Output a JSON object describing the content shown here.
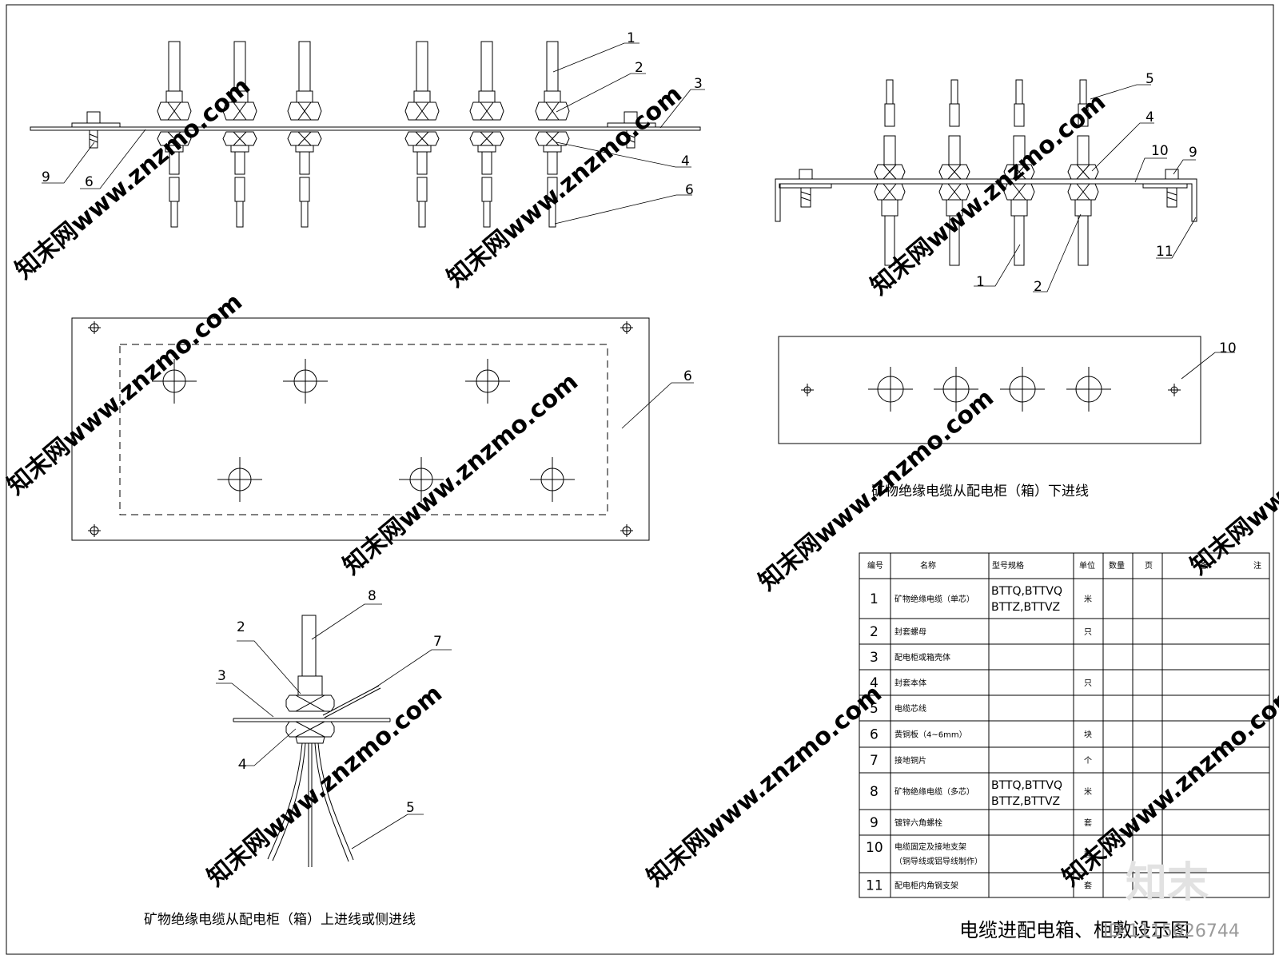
{
  "drawing_title": "电缆进配电箱、柜敷设示图",
  "id_mark": "ID:1115026744",
  "logo_text": "知末",
  "watermark": "知末网www.znzmo.com",
  "captions": {
    "bottom_entry": "矿物绝缘电缆从配电柜（箱）下进线",
    "top_entry": "矿物绝缘电缆从配电柜（箱）上进线或侧进线"
  },
  "callouts": {
    "fig1": [
      "1",
      "2",
      "3",
      "4",
      "6",
      "9",
      "6"
    ],
    "fig2": [
      "5",
      "4",
      "10",
      "9",
      "11",
      "1",
      "2"
    ],
    "fig3": [
      "6"
    ],
    "fig4": [
      "10"
    ],
    "fig5": [
      "8",
      "2",
      "7",
      "3",
      "4",
      "5"
    ]
  },
  "table": {
    "headers": [
      "编号",
      "名称",
      "型号规格",
      "单位",
      "数量",
      "页",
      "备",
      "注"
    ],
    "rows": [
      {
        "no": "1",
        "name": "矿物绝缘电缆（单芯）",
        "spec1": "BTTQ,BTTVQ",
        "spec2": "BTTZ,BTTVZ",
        "unit": "米"
      },
      {
        "no": "2",
        "name": "封套螺母",
        "spec1": "",
        "spec2": "",
        "unit": "只"
      },
      {
        "no": "3",
        "name": "配电柜或箱壳体",
        "spec1": "",
        "spec2": "",
        "unit": ""
      },
      {
        "no": "4",
        "name": "封套本体",
        "spec1": "",
        "spec2": "",
        "unit": "只"
      },
      {
        "no": "5",
        "name": "电缆芯线",
        "spec1": "",
        "spec2": "",
        "unit": ""
      },
      {
        "no": "6",
        "name": "黄铜板（4~6mm）",
        "spec1": "",
        "spec2": "",
        "unit": "块"
      },
      {
        "no": "7",
        "name": "接地铜片",
        "spec1": "",
        "spec2": "",
        "unit": "个"
      },
      {
        "no": "8",
        "name": "矿物绝缘电缆（多芯）",
        "spec1": "BTTQ,BTTVQ",
        "spec2": "BTTZ,BTTVZ",
        "unit": "米"
      },
      {
        "no": "9",
        "name": "镀锌六角螺栓",
        "spec1": "",
        "spec2": "",
        "unit": "套"
      },
      {
        "no": "10",
        "name": "电缆固定及接地支架",
        "name2": "（铜导线或铝导线制作）",
        "spec1": "",
        "spec2": "",
        "unit": "套"
      },
      {
        "no": "11",
        "name": "配电柜内角钢支架",
        "spec1": "",
        "spec2": "",
        "unit": "套"
      }
    ]
  }
}
